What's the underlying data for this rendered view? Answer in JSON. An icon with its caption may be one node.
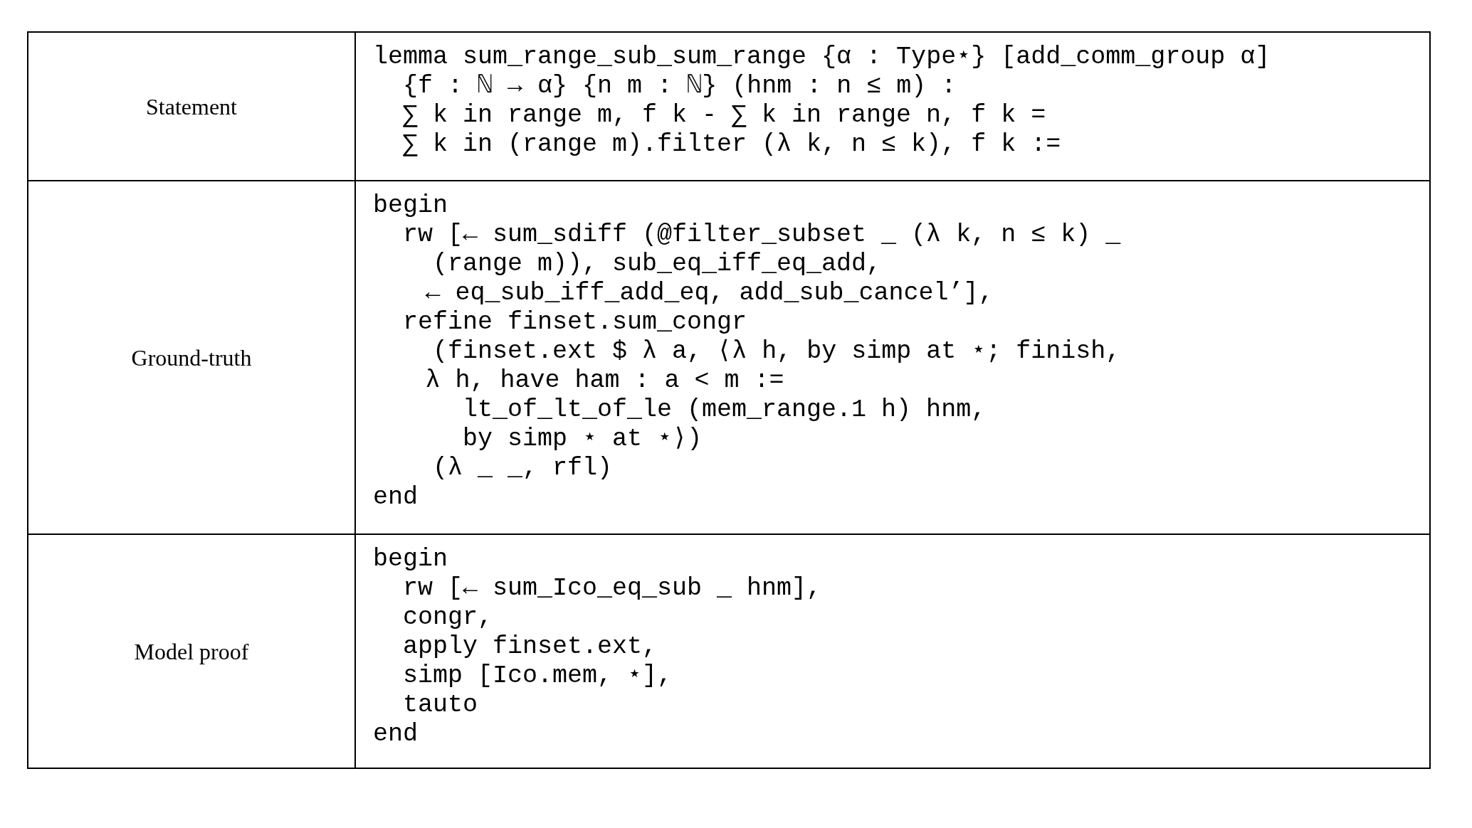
{
  "diagram": {
    "labels": [
      "Statement",
      "lemma sum_range_sub_sum_range {α : Type⋆} [add_comm_group α]",
      "{f : ℕ → α} {n m : ℕ} (hnm : n ≤ m) :",
      "∑ k in range m, f k - ∑ k in range n, f k =",
      "∑ k in (range m).filter (λ k, n ≤ k), f k :=",
      "Ground-truth",
      "begin",
      "rw [← sum_sdiff (@filter_subset _ (λ k, n ≤ k) _",
      "(range m)), sub_eq_iff_eq_add,",
      "← eq_sub_iff_add_eq, add_sub_cancel’],",
      "refine finset.sum_congr",
      "(finset.ext $ λ a, ⟨λ h, by simp at ⋆; finish,",
      "λ h, have ham : a < m :=",
      "lt_of_lt_of_le (mem_range.1 h) hnm,",
      "by simp ⋆ at ⋆⟩)",
      "(λ _ _, rfl)",
      "end",
      "Model proof",
      "begin",
      "rw [← sum_Ico_eq_sub _ hnm],",
      "congr,",
      "apply finset.ext,",
      "simp [Ico.mem, ⋆],",
      "tauto",
      "end"
    ]
  }
}
